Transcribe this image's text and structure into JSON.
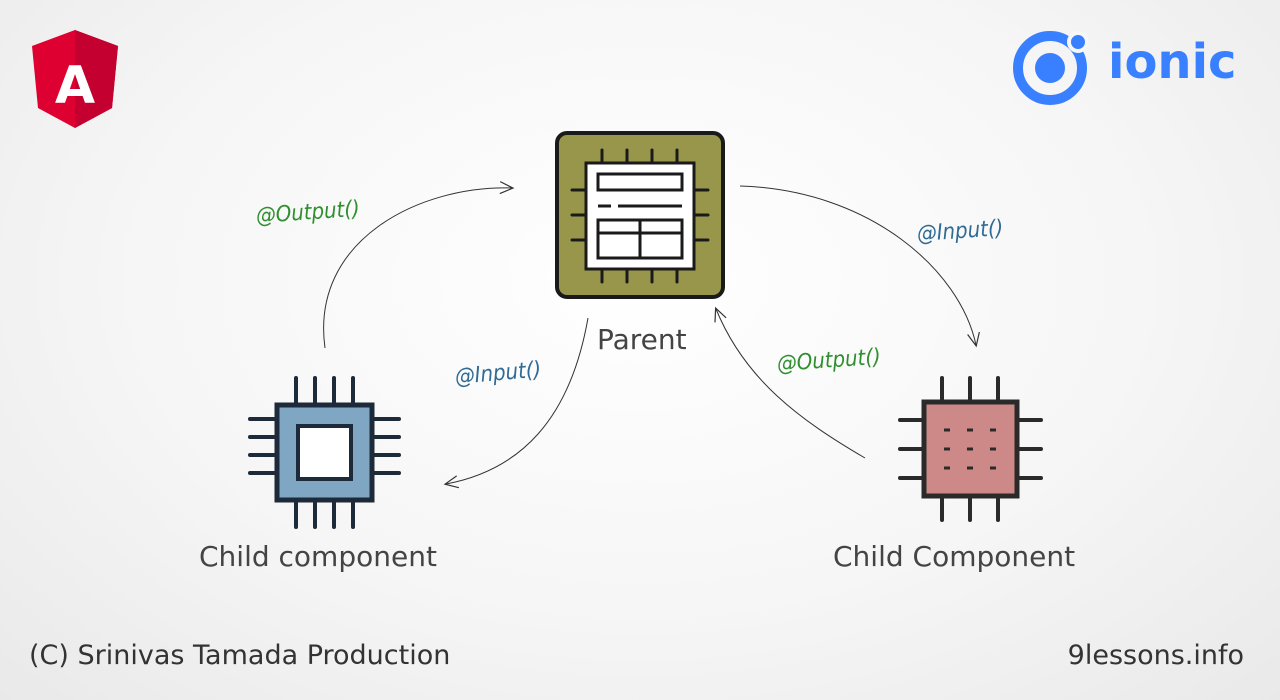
{
  "logos": {
    "angular": {
      "letter": "A",
      "color": "#dd0031"
    },
    "ionic": {
      "wordmark": "ionic",
      "color": "#3880ff"
    }
  },
  "nodes": {
    "parent": {
      "label": "Parent",
      "fill": "#98964a"
    },
    "child_left": {
      "label": "Child component",
      "fill": "#7fa6c3"
    },
    "child_right": {
      "label": "Child Component",
      "fill": "#cd8987"
    }
  },
  "edges": {
    "left_output": {
      "label": "@Output()",
      "color": "#2f8f2f"
    },
    "left_input": {
      "label": "@Input()",
      "color": "#2f6b95"
    },
    "right_input": {
      "label": "@Input()",
      "color": "#2f6b95"
    },
    "right_output": {
      "label": "@Output()",
      "color": "#2f8f2f"
    }
  },
  "footer": {
    "copyright": "(C) Srinivas Tamada Production",
    "site": "9lessons.info"
  }
}
